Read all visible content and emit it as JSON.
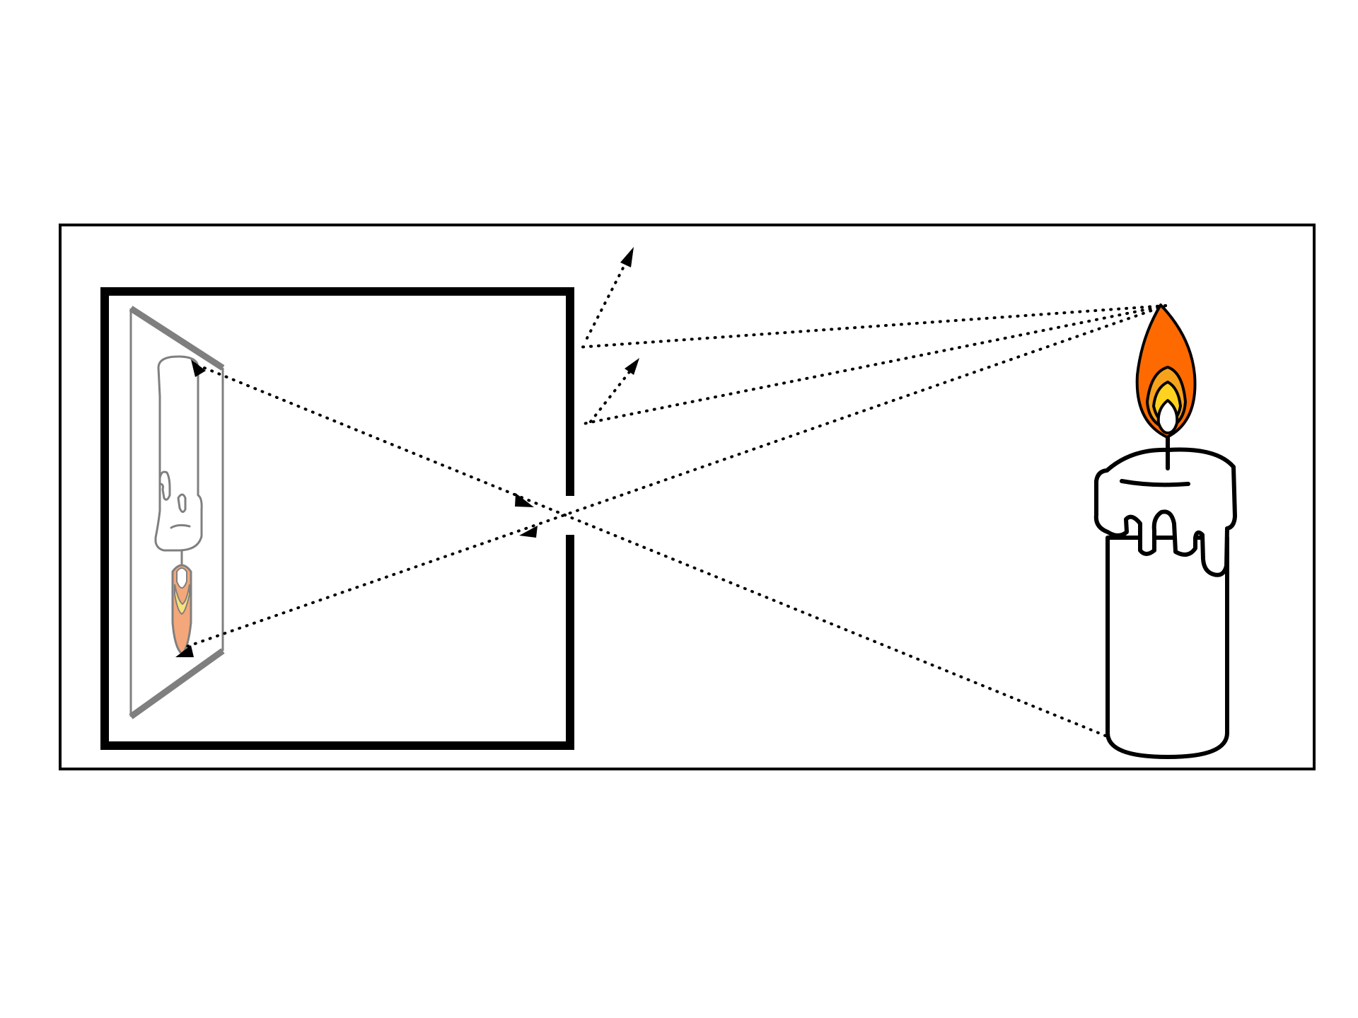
{
  "diagram": {
    "subject": "pinhole-camera",
    "elements": [
      "outer-frame",
      "camera-box",
      "pinhole",
      "image-screen",
      "inverted-candle-image",
      "candle",
      "candle-flame",
      "light-rays",
      "ray-arrowheads"
    ]
  },
  "colors": {
    "background": "#ffffff",
    "line": "#000000",
    "screen": "#7f7f7f",
    "flame_outer": "#ff6a00",
    "flame_middle": "#f7a21b",
    "flame_inner": "#ffd21f",
    "image_flame": "#f4a77a",
    "image_flame_inner": "#f7e27a"
  }
}
